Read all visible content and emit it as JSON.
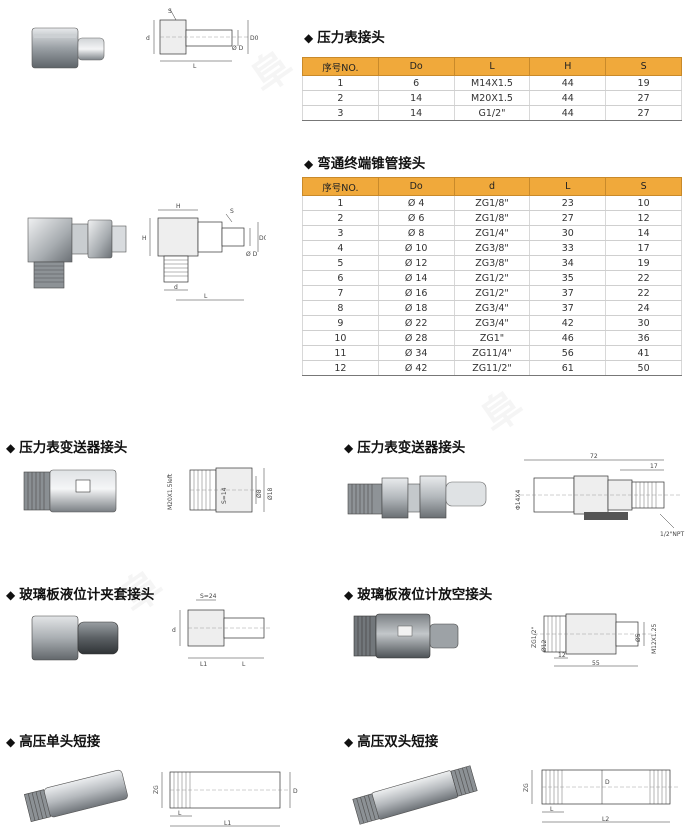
{
  "sections": {
    "s1": {
      "title": "压力表接头"
    },
    "s2": {
      "title": "弯通终端锥管接头"
    },
    "s3": {
      "title": "压力表变送器接头"
    },
    "s4": {
      "title": "压力表变送器接头"
    },
    "s5": {
      "title": "玻璃板液位计夹套接头"
    },
    "s6": {
      "title": "玻璃板液位计放空接头"
    },
    "s7": {
      "title": "高压单头短接"
    },
    "s8": {
      "title": "高压双头短接"
    }
  },
  "table1": {
    "headers": [
      "序号NO.",
      "Do",
      "L",
      "H",
      "S"
    ],
    "rows": [
      [
        "1",
        "6",
        "M14X1.5",
        "44",
        "19"
      ],
      [
        "2",
        "14",
        "M20X1.5",
        "44",
        "27"
      ],
      [
        "3",
        "14",
        "G1/2\"",
        "44",
        "27"
      ]
    ]
  },
  "table2": {
    "headers": [
      "序号NO.",
      "Do",
      "d",
      "L",
      "S"
    ],
    "rows": [
      [
        "1",
        "Ø 4",
        "ZG1/8\"",
        "23",
        "10"
      ],
      [
        "2",
        "Ø 6",
        "ZG1/8\"",
        "27",
        "12"
      ],
      [
        "3",
        "Ø 8",
        "ZG1/4\"",
        "30",
        "14"
      ],
      [
        "4",
        "Ø 10",
        "ZG3/8\"",
        "33",
        "17"
      ],
      [
        "5",
        "Ø 12",
        "ZG3/8\"",
        "34",
        "19"
      ],
      [
        "6",
        "Ø 14",
        "ZG1/2\"",
        "35",
        "22"
      ],
      [
        "7",
        "Ø 16",
        "ZG1/2\"",
        "37",
        "22"
      ],
      [
        "8",
        "Ø 18",
        "ZG3/4\"",
        "37",
        "24"
      ],
      [
        "9",
        "Ø 22",
        "ZG3/4\"",
        "42",
        "30"
      ],
      [
        "10",
        "Ø 28",
        "ZG1\"",
        "46",
        "36"
      ],
      [
        "11",
        "Ø 34",
        "ZG11/4\"",
        "56",
        "41"
      ],
      [
        "12",
        "Ø 42",
        "ZG11/2\"",
        "61",
        "50"
      ]
    ]
  },
  "labels": {
    "d1_s": "S",
    "d1_d": "d",
    "d1_d0": "Ø D",
    "d1_D0": "D0",
    "d1_L": "L",
    "d2_H": "H",
    "d2_S": "S",
    "d2_Hv": "H",
    "d2_d0": "Ø D",
    "d2_D0": "D0",
    "d2_d": "d",
    "d2_L": "L",
    "d3_m": "M20X1.5left",
    "d3_s": "S=14",
    "d3_o8": "Ø8",
    "d3_o18": "Ø18",
    "d4_72": "72",
    "d4_17": "17",
    "d4_14": "Φ14X4",
    "d4_npt": "1/2\"NPT",
    "d5_s": "S=24",
    "d5_d": "d",
    "d5_L1": "L1",
    "d5_L": "L",
    "d6_zg": "ZG1/2\"",
    "d6_12a": "Ø12",
    "d6_d5": "Ø5",
    "d6_m": "M12X1.25",
    "d6_12": "12",
    "d6_55": "55",
    "d7_zg": "ZG",
    "d7_D": "D",
    "d7_L": "L",
    "d7_L1": "L1",
    "d8_zg": "ZG",
    "d8_D": "D",
    "d8_L": "L",
    "d8_L2": "L2"
  },
  "colors": {
    "header": "#f0a93b",
    "steel": "#b8bcc0"
  }
}
